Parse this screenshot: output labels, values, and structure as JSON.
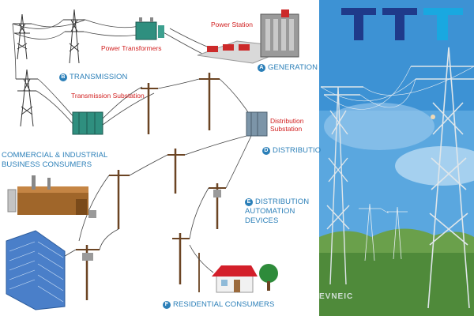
{
  "colors": {
    "accent": "#2b7fb8",
    "label_red": "#d11f1f",
    "logo_blue": "#1f3a8a",
    "logo_cyan": "#19a8e0",
    "sky": "#5aa7df"
  },
  "labels": {
    "power_station": "Power Station",
    "power_transformers": "Power Transformers",
    "transmission_substation": "Transmission Substation",
    "distribution_substation": "Distribution Substation",
    "generation": "GENERATION",
    "transmission": "TRANSMISSION",
    "distribution": "DISTRIBUTIO",
    "commercial": "COMMERCIAL & INDUSTRIAL",
    "commercial_line2": "BUSINESS CONSUMERS",
    "automation": "DISTRIBUTION",
    "automation_line2": "AUTOMATION",
    "automation_line3": "DEVICES",
    "residential": "RESIDENTIAL CONSUMERS"
  },
  "badges": {
    "a": "A",
    "b": "B",
    "d": "D",
    "e": "E",
    "f": "F"
  },
  "watermark": "EVNEIC"
}
